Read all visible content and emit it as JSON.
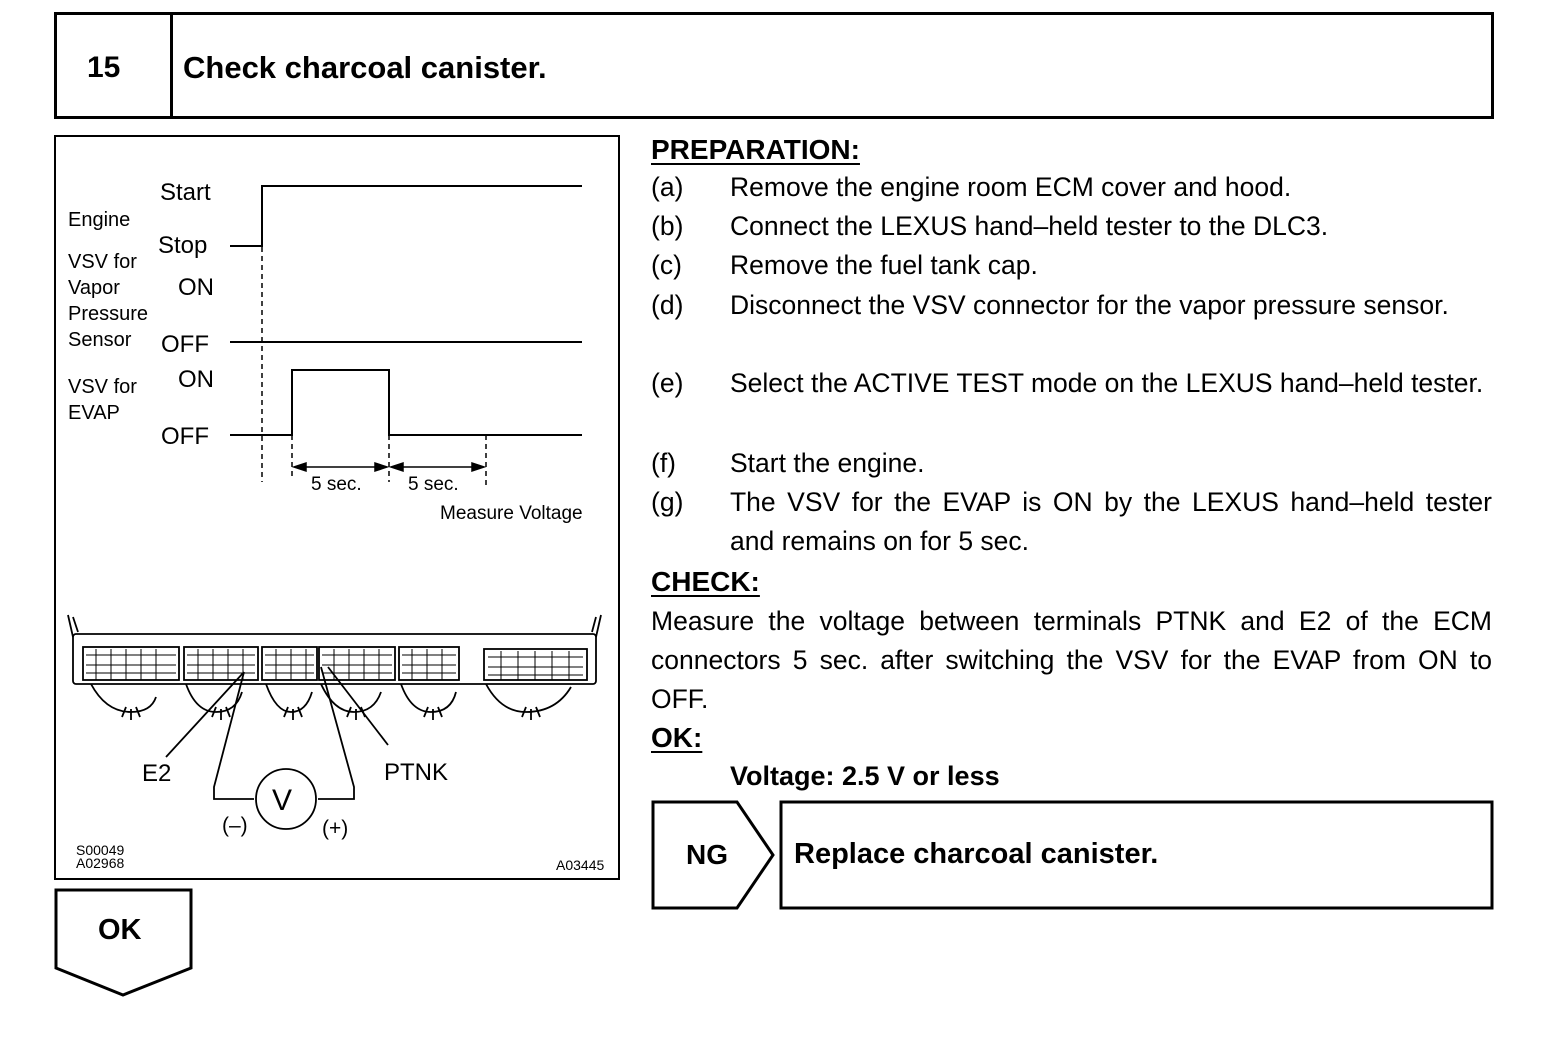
{
  "step": {
    "number": "15",
    "title": "Check charcoal canister."
  },
  "figure": {
    "timing": {
      "engine_label": "Engine",
      "engine_start": "Start",
      "engine_stop": "Stop",
      "vsv_vapor_label": [
        "VSV for",
        "Vapor",
        "Pressure",
        "Sensor"
      ],
      "vsv_vapor_on": "ON",
      "vsv_vapor_off": "OFF",
      "vsv_evap_label": [
        "VSV for",
        "EVAP"
      ],
      "vsv_evap_on": "ON",
      "vsv_evap_off": "OFF",
      "interval_1": "5 sec.",
      "interval_2": "5 sec.",
      "measure_note": "Measure Voltage"
    },
    "connector": {
      "terminal_neg": "E2",
      "terminal_pos": "PTNK",
      "meter_symbol": "V",
      "neg_sign": "(–)",
      "pos_sign": "(+)"
    },
    "codes": {
      "left_1": "S00049",
      "left_2": "A02968",
      "right": "A03445"
    }
  },
  "preparation": {
    "heading": "PREPARATION:",
    "items": [
      {
        "label": "(a)",
        "text": "Remove the engine room ECM cover and hood."
      },
      {
        "label": "(b)",
        "text": "Connect the LEXUS hand–held tester to the DLC3."
      },
      {
        "label": "(c)",
        "text": "Remove the fuel tank cap."
      },
      {
        "label": "(d)",
        "text": "Disconnect the VSV connector for the vapor pressure sensor."
      },
      {
        "label": "(e)",
        "text": "Select the ACTIVE TEST mode on the LEXUS hand–held tester."
      },
      {
        "label": "(f)",
        "text": "Start the engine."
      },
      {
        "label": "(g)",
        "text": "The VSV for the EVAP is ON by the LEXUS hand–held tester and remains on for 5 sec."
      }
    ]
  },
  "check": {
    "heading": "CHECK:",
    "text": "Measure the voltage between terminals PTNK and E2 of the ECM connectors 5 sec. after switching the VSV for the EVAP from ON to OFF."
  },
  "ok_spec": {
    "heading": "OK:",
    "value": "Voltage: 2.5 V or less"
  },
  "ng": {
    "label": "NG",
    "action": "Replace charcoal canister."
  },
  "ok_flow": {
    "label": "OK"
  }
}
